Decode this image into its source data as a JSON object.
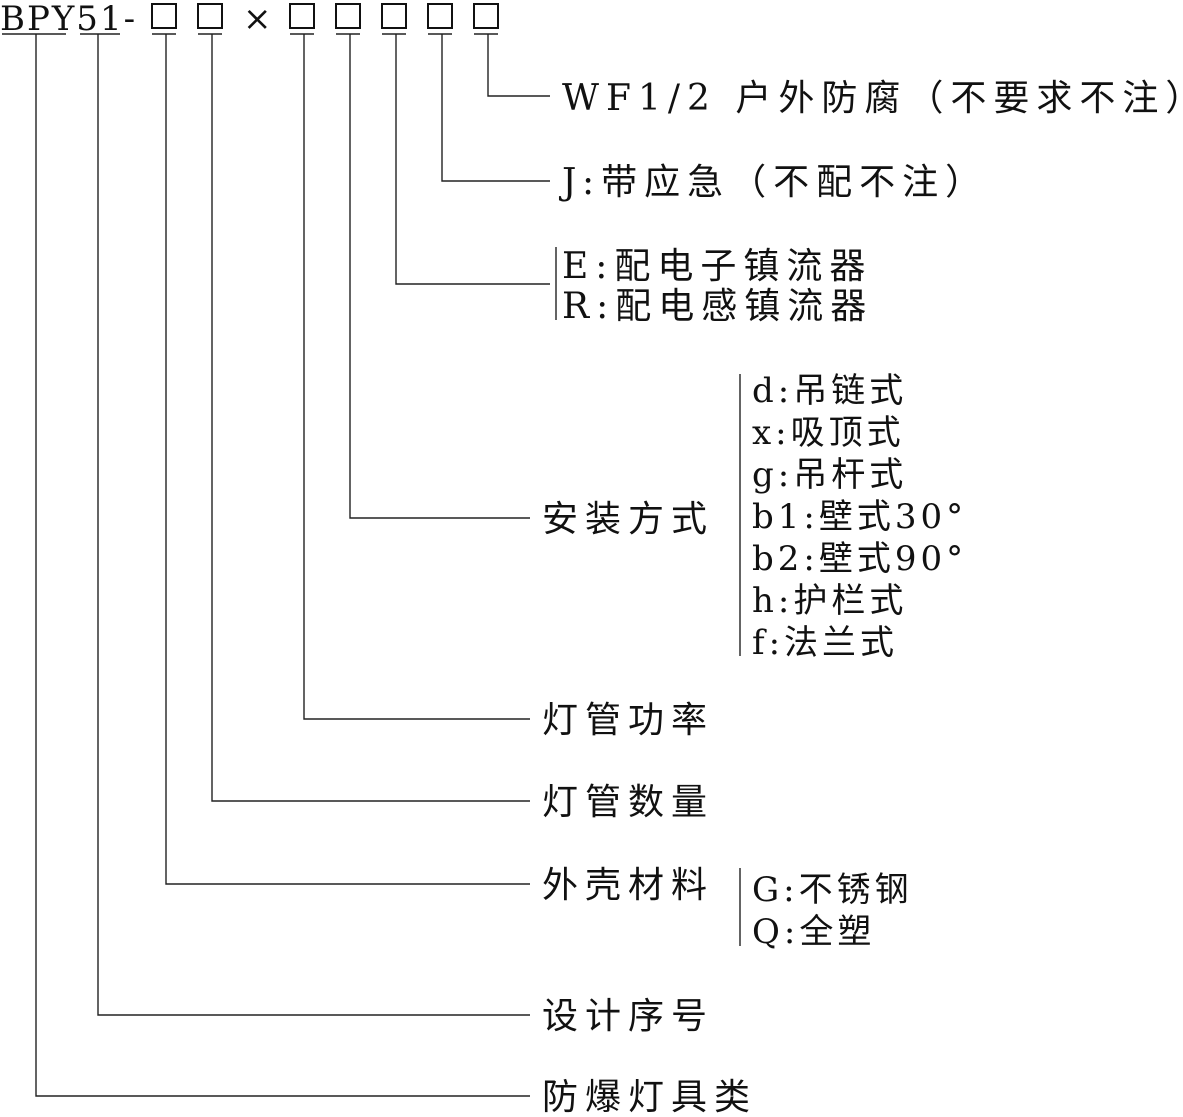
{
  "model_code": {
    "prefix": "BPY51-",
    "times_symbol": "×",
    "box_symbol": "□"
  },
  "fields": {
    "outdoor_anticorrosion": "WF1/2 户外防腐（不要求不注）",
    "emergency": "J:带应急（不配不注）",
    "ballast": {
      "options": [
        "E:配电子镇流器",
        "R:配电感镇流器"
      ]
    },
    "mounting": {
      "label": "安装方式",
      "options": [
        "d:吊链式",
        "x:吸顶式",
        "g:吊杆式",
        "b1:壁式30°",
        "b2:壁式90°",
        "h:护栏式",
        "f:法兰式"
      ]
    },
    "lamp_power": "灯管功率",
    "lamp_quantity": "灯管数量",
    "housing": {
      "label": "外壳材料",
      "options": [
        "G:不锈钢",
        "Q:全塑"
      ]
    },
    "design_serial": "设计序号",
    "product_type": "防爆灯具类"
  }
}
